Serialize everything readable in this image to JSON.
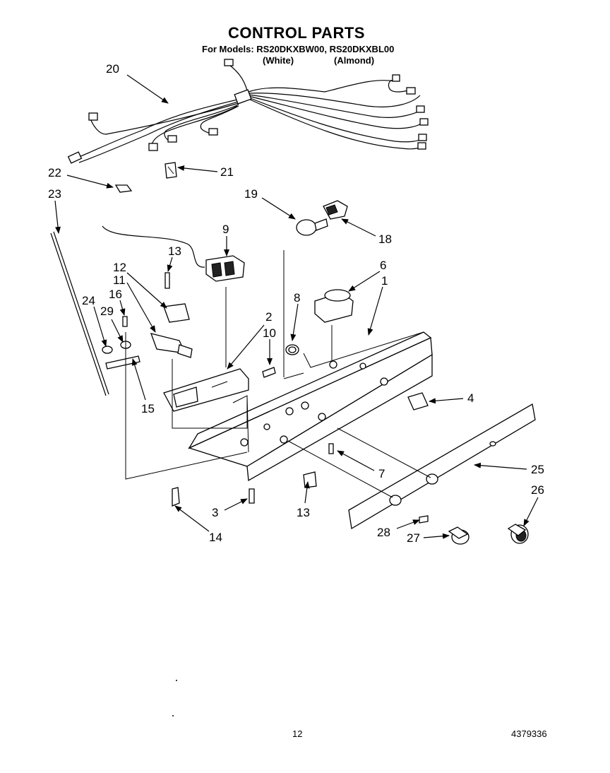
{
  "header": {
    "title": "CONTROL PARTS",
    "models": "For Models: RS20DKXBW00, RS20DKXBL00",
    "color_white": "(White)",
    "color_almond": "(Almond)"
  },
  "callouts": [
    {
      "id": "c20",
      "label": "20"
    },
    {
      "id": "c21",
      "label": "21"
    },
    {
      "id": "c22",
      "label": "22"
    },
    {
      "id": "c23",
      "label": "23"
    },
    {
      "id": "c19",
      "label": "19"
    },
    {
      "id": "c18",
      "label": "18"
    },
    {
      "id": "c9",
      "label": "9"
    },
    {
      "id": "c13a",
      "label": "13"
    },
    {
      "id": "c12",
      "label": "12"
    },
    {
      "id": "c11",
      "label": "11"
    },
    {
      "id": "c16",
      "label": "16"
    },
    {
      "id": "c24",
      "label": "24"
    },
    {
      "id": "c29",
      "label": "29"
    },
    {
      "id": "c6",
      "label": "6"
    },
    {
      "id": "c8",
      "label": "8"
    },
    {
      "id": "c1",
      "label": "1"
    },
    {
      "id": "c2",
      "label": "2"
    },
    {
      "id": "c10",
      "label": "10"
    },
    {
      "id": "c15",
      "label": "15"
    },
    {
      "id": "c4",
      "label": "4"
    },
    {
      "id": "c7",
      "label": "7"
    },
    {
      "id": "c25",
      "label": "25"
    },
    {
      "id": "c26",
      "label": "26"
    },
    {
      "id": "c3",
      "label": "3"
    },
    {
      "id": "c13b",
      "label": "13"
    },
    {
      "id": "c14",
      "label": "14"
    },
    {
      "id": "c28",
      "label": "28"
    },
    {
      "id": "c27",
      "label": "27"
    }
  ],
  "footer": {
    "page_number": "12",
    "document_number": "4379336"
  }
}
